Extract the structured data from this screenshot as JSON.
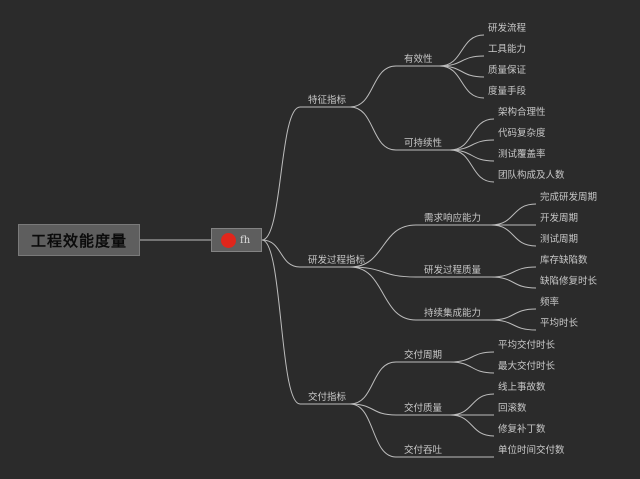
{
  "root": {
    "label": "工程效能度量"
  },
  "hub": {
    "label": "fh"
  },
  "colors": {
    "background": "#2b2b2b",
    "line": "#bdbdbd",
    "text": "#c8c8c8",
    "hub_dot": "#e0261c"
  },
  "groups": [
    {
      "label": "特征指标",
      "children": [
        {
          "label": "有效性",
          "children": [
            "研发流程",
            "工具能力",
            "质量保证",
            "度量手段"
          ]
        },
        {
          "label": "可持续性",
          "children": [
            "架构合理性",
            "代码复杂度",
            "测试覆盖率",
            "团队构成及人数"
          ]
        }
      ]
    },
    {
      "label": "研发过程指标",
      "children": [
        {
          "label": "需求响应能力",
          "children": [
            "完成研发周期",
            "开发周期",
            "测试周期"
          ]
        },
        {
          "label": "研发过程质量",
          "children": [
            "库存缺陷数",
            "缺陷修复时长"
          ]
        },
        {
          "label": "持续集成能力",
          "children": [
            "频率",
            "平均时长"
          ]
        }
      ]
    },
    {
      "label": "交付指标",
      "children": [
        {
          "label": "交付周期",
          "children": [
            "平均交付时长",
            "最大交付时长"
          ]
        },
        {
          "label": "交付质量",
          "children": [
            "线上事故数",
            "回滚数",
            "修复补丁数"
          ]
        },
        {
          "label": "交付吞吐",
          "children": [
            "单位时间交付数"
          ]
        }
      ]
    }
  ]
}
